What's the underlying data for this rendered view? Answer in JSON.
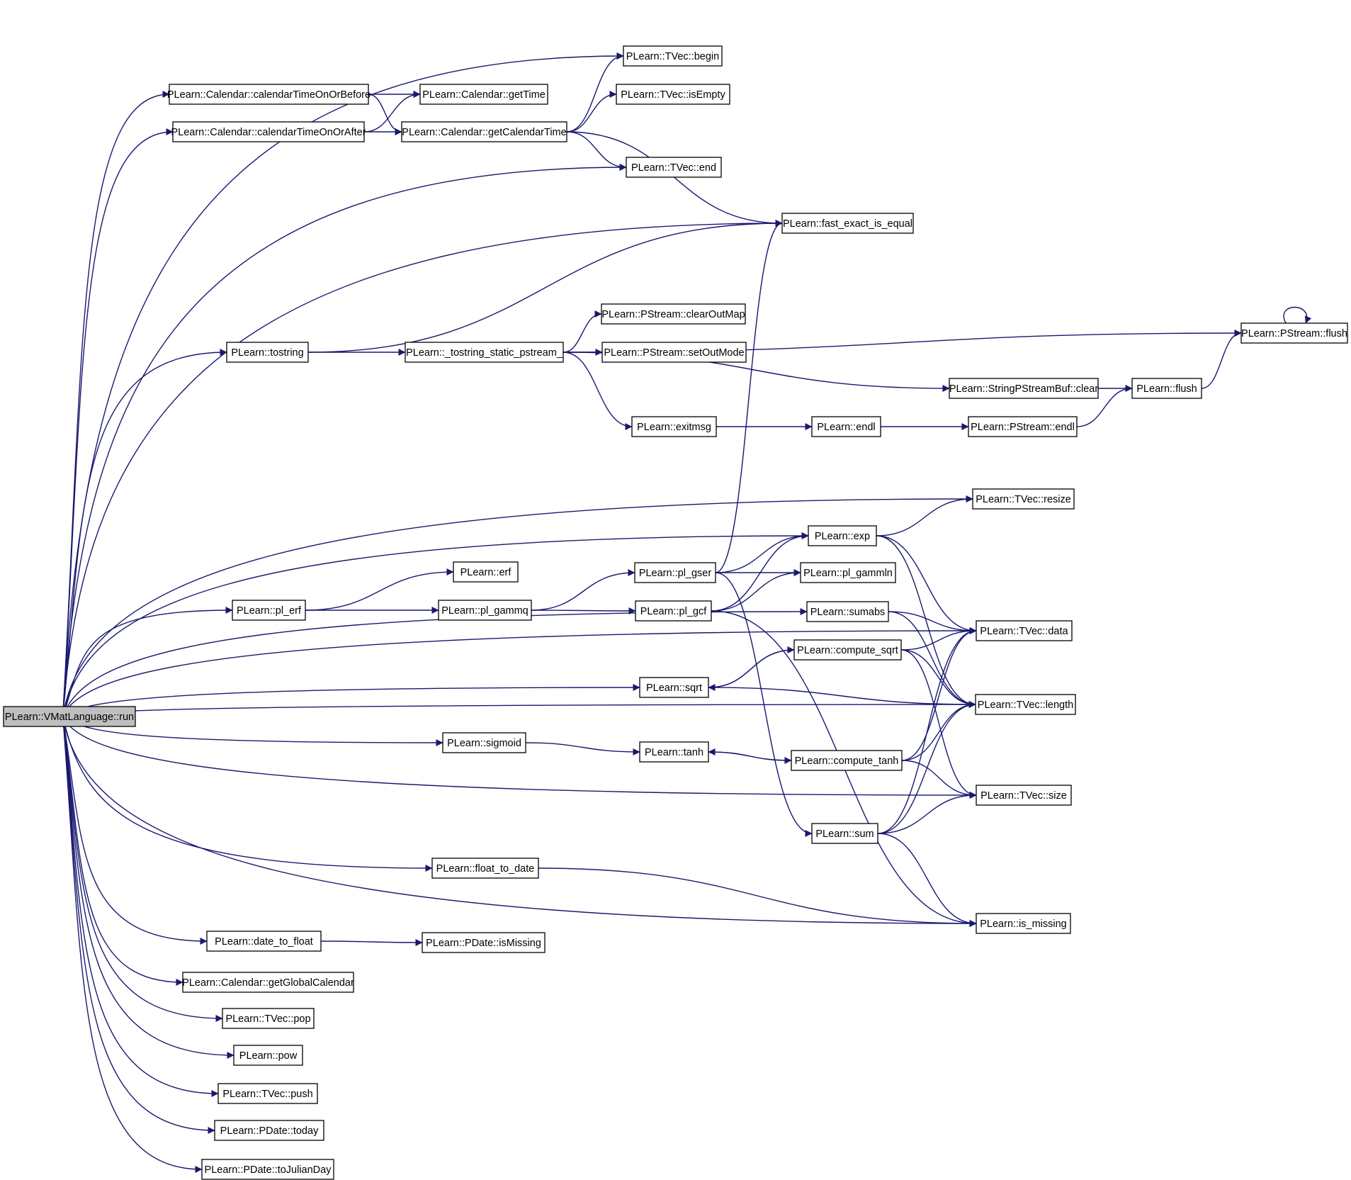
{
  "graph": {
    "root": "PLearn::VMatLanguage::run",
    "nodes": [
      {
        "id": "run",
        "label": "PLearn::VMatLanguage::run"
      },
      {
        "id": "begin",
        "label": "PLearn::TVec::begin"
      },
      {
        "id": "calBefore",
        "label": "PLearn::Calendar::calendarTimeOnOrBefore"
      },
      {
        "id": "getTime",
        "label": "PLearn::Calendar::getTime"
      },
      {
        "id": "isEmpty",
        "label": "PLearn::TVec::isEmpty"
      },
      {
        "id": "calAfter",
        "label": "PLearn::Calendar::calendarTimeOnOrAfter"
      },
      {
        "id": "getCalTime",
        "label": "PLearn::Calendar::getCalendarTime"
      },
      {
        "id": "end",
        "label": "PLearn::TVec::end"
      },
      {
        "id": "fastEq",
        "label": "PLearn::fast_exact_is_equal"
      },
      {
        "id": "clearOutMap",
        "label": "PLearn::PStream::clearOutMap"
      },
      {
        "id": "psflush",
        "label": "PLearn::PStream::flush"
      },
      {
        "id": "tostring",
        "label": "PLearn::tostring"
      },
      {
        "id": "tostringStatic",
        "label": "PLearn::_tostring_static_pstream_"
      },
      {
        "id": "setOutMode",
        "label": "PLearn::PStream::setOutMode"
      },
      {
        "id": "sbclear",
        "label": "PLearn::StringPStreamBuf::clear"
      },
      {
        "id": "flush",
        "label": "PLearn::flush"
      },
      {
        "id": "exitmsg",
        "label": "PLearn::exitmsg"
      },
      {
        "id": "endl",
        "label": "PLearn::endl"
      },
      {
        "id": "psendl",
        "label": "PLearn::PStream::endl"
      },
      {
        "id": "resize",
        "label": "PLearn::TVec::resize"
      },
      {
        "id": "exp",
        "label": "PLearn::exp"
      },
      {
        "id": "erf",
        "label": "PLearn::erf"
      },
      {
        "id": "gser",
        "label": "PLearn::pl_gser"
      },
      {
        "id": "gammln",
        "label": "PLearn::pl_gammln"
      },
      {
        "id": "plerf",
        "label": "PLearn::pl_erf"
      },
      {
        "id": "gammq",
        "label": "PLearn::pl_gammq"
      },
      {
        "id": "gcf",
        "label": "PLearn::pl_gcf"
      },
      {
        "id": "sumabs",
        "label": "PLearn::sumabs"
      },
      {
        "id": "data",
        "label": "PLearn::TVec::data"
      },
      {
        "id": "csqrt",
        "label": "PLearn::compute_sqrt"
      },
      {
        "id": "sqrt",
        "label": "PLearn::sqrt"
      },
      {
        "id": "length",
        "label": "PLearn::TVec::length"
      },
      {
        "id": "sigmoid",
        "label": "PLearn::sigmoid"
      },
      {
        "id": "tanh",
        "label": "PLearn::tanh"
      },
      {
        "id": "ctanh",
        "label": "PLearn::compute_tanh"
      },
      {
        "id": "size",
        "label": "PLearn::TVec::size"
      },
      {
        "id": "sum",
        "label": "PLearn::sum"
      },
      {
        "id": "f2d",
        "label": "PLearn::float_to_date"
      },
      {
        "id": "ismissing",
        "label": "PLearn::is_missing"
      },
      {
        "id": "d2f",
        "label": "PLearn::date_to_float"
      },
      {
        "id": "pdIsMissing",
        "label": "PLearn::PDate::isMissing"
      },
      {
        "id": "globalCal",
        "label": "PLearn::Calendar::getGlobalCalendar"
      },
      {
        "id": "pop",
        "label": "PLearn::TVec::pop"
      },
      {
        "id": "pow",
        "label": "PLearn::pow"
      },
      {
        "id": "push",
        "label": "PLearn::TVec::push"
      },
      {
        "id": "today",
        "label": "PLearn::PDate::today"
      },
      {
        "id": "julian",
        "label": "PLearn::PDate::toJulianDay"
      }
    ],
    "edges": [
      [
        "run",
        "begin"
      ],
      [
        "run",
        "calBefore"
      ],
      [
        "run",
        "calAfter"
      ],
      [
        "run",
        "end"
      ],
      [
        "run",
        "fastEq"
      ],
      [
        "run",
        "tostring"
      ],
      [
        "run",
        "resize"
      ],
      [
        "run",
        "data"
      ],
      [
        "run",
        "exp"
      ],
      [
        "run",
        "plerf"
      ],
      [
        "run",
        "sumabs"
      ],
      [
        "run",
        "sqrt"
      ],
      [
        "run",
        "length"
      ],
      [
        "run",
        "sigmoid"
      ],
      [
        "run",
        "size"
      ],
      [
        "run",
        "f2d"
      ],
      [
        "run",
        "ismissing"
      ],
      [
        "run",
        "d2f"
      ],
      [
        "run",
        "globalCal"
      ],
      [
        "run",
        "pop"
      ],
      [
        "run",
        "pow"
      ],
      [
        "run",
        "push"
      ],
      [
        "run",
        "today"
      ],
      [
        "run",
        "julian"
      ],
      [
        "calBefore",
        "getTime"
      ],
      [
        "calBefore",
        "getCalTime"
      ],
      [
        "calAfter",
        "getTime"
      ],
      [
        "calAfter",
        "getCalTime"
      ],
      [
        "getCalTime",
        "begin"
      ],
      [
        "getCalTime",
        "isEmpty"
      ],
      [
        "getCalTime",
        "end"
      ],
      [
        "getCalTime",
        "fastEq"
      ],
      [
        "tostring",
        "fastEq"
      ],
      [
        "tostring",
        "tostringStatic"
      ],
      [
        "tostringStatic",
        "psflush"
      ],
      [
        "tostringStatic",
        "clearOutMap"
      ],
      [
        "tostringStatic",
        "setOutMode"
      ],
      [
        "tostringStatic",
        "sbclear"
      ],
      [
        "tostringStatic",
        "exitmsg"
      ],
      [
        "sbclear",
        "flush"
      ],
      [
        "flush",
        "psflush"
      ],
      [
        "psflush",
        "psflush"
      ],
      [
        "exitmsg",
        "endl"
      ],
      [
        "endl",
        "psendl"
      ],
      [
        "psendl",
        "flush"
      ],
      [
        "exp",
        "resize"
      ],
      [
        "exp",
        "data"
      ],
      [
        "exp",
        "length"
      ],
      [
        "plerf",
        "erf"
      ],
      [
        "plerf",
        "gammq"
      ],
      [
        "gammq",
        "gser"
      ],
      [
        "gammq",
        "gcf"
      ],
      [
        "gser",
        "fastEq"
      ],
      [
        "gser",
        "exp"
      ],
      [
        "gser",
        "gammln"
      ],
      [
        "gser",
        "sum"
      ],
      [
        "gcf",
        "exp"
      ],
      [
        "gcf",
        "gammln"
      ],
      [
        "gcf",
        "ismissing"
      ],
      [
        "sumabs",
        "data"
      ],
      [
        "sumabs",
        "length"
      ],
      [
        "csqrt",
        "sqrt"
      ],
      [
        "csqrt",
        "data"
      ],
      [
        "csqrt",
        "length"
      ],
      [
        "csqrt",
        "size"
      ],
      [
        "sqrt",
        "csqrt"
      ],
      [
        "sqrt",
        "length"
      ],
      [
        "sigmoid",
        "tanh"
      ],
      [
        "tanh",
        "ctanh"
      ],
      [
        "ctanh",
        "tanh"
      ],
      [
        "ctanh",
        "data"
      ],
      [
        "ctanh",
        "length"
      ],
      [
        "ctanh",
        "size"
      ],
      [
        "sum",
        "data"
      ],
      [
        "sum",
        "length"
      ],
      [
        "sum",
        "size"
      ],
      [
        "sum",
        "ismissing"
      ],
      [
        "f2d",
        "ismissing"
      ],
      [
        "d2f",
        "pdIsMissing"
      ]
    ]
  }
}
